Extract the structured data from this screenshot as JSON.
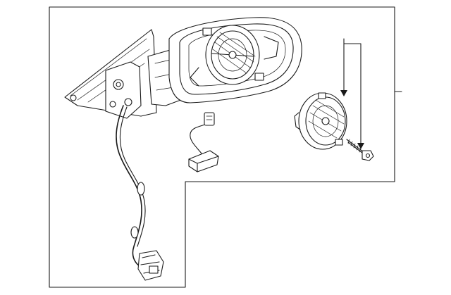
{
  "diagram": {
    "parts": [
      "mirror-assembly",
      "mirror-housing",
      "mirror-glass-motor",
      "wiring-harness",
      "harness-connector",
      "turn-signal-module",
      "glass-actuator",
      "mounting-screw"
    ],
    "callout_lines": 3
  }
}
